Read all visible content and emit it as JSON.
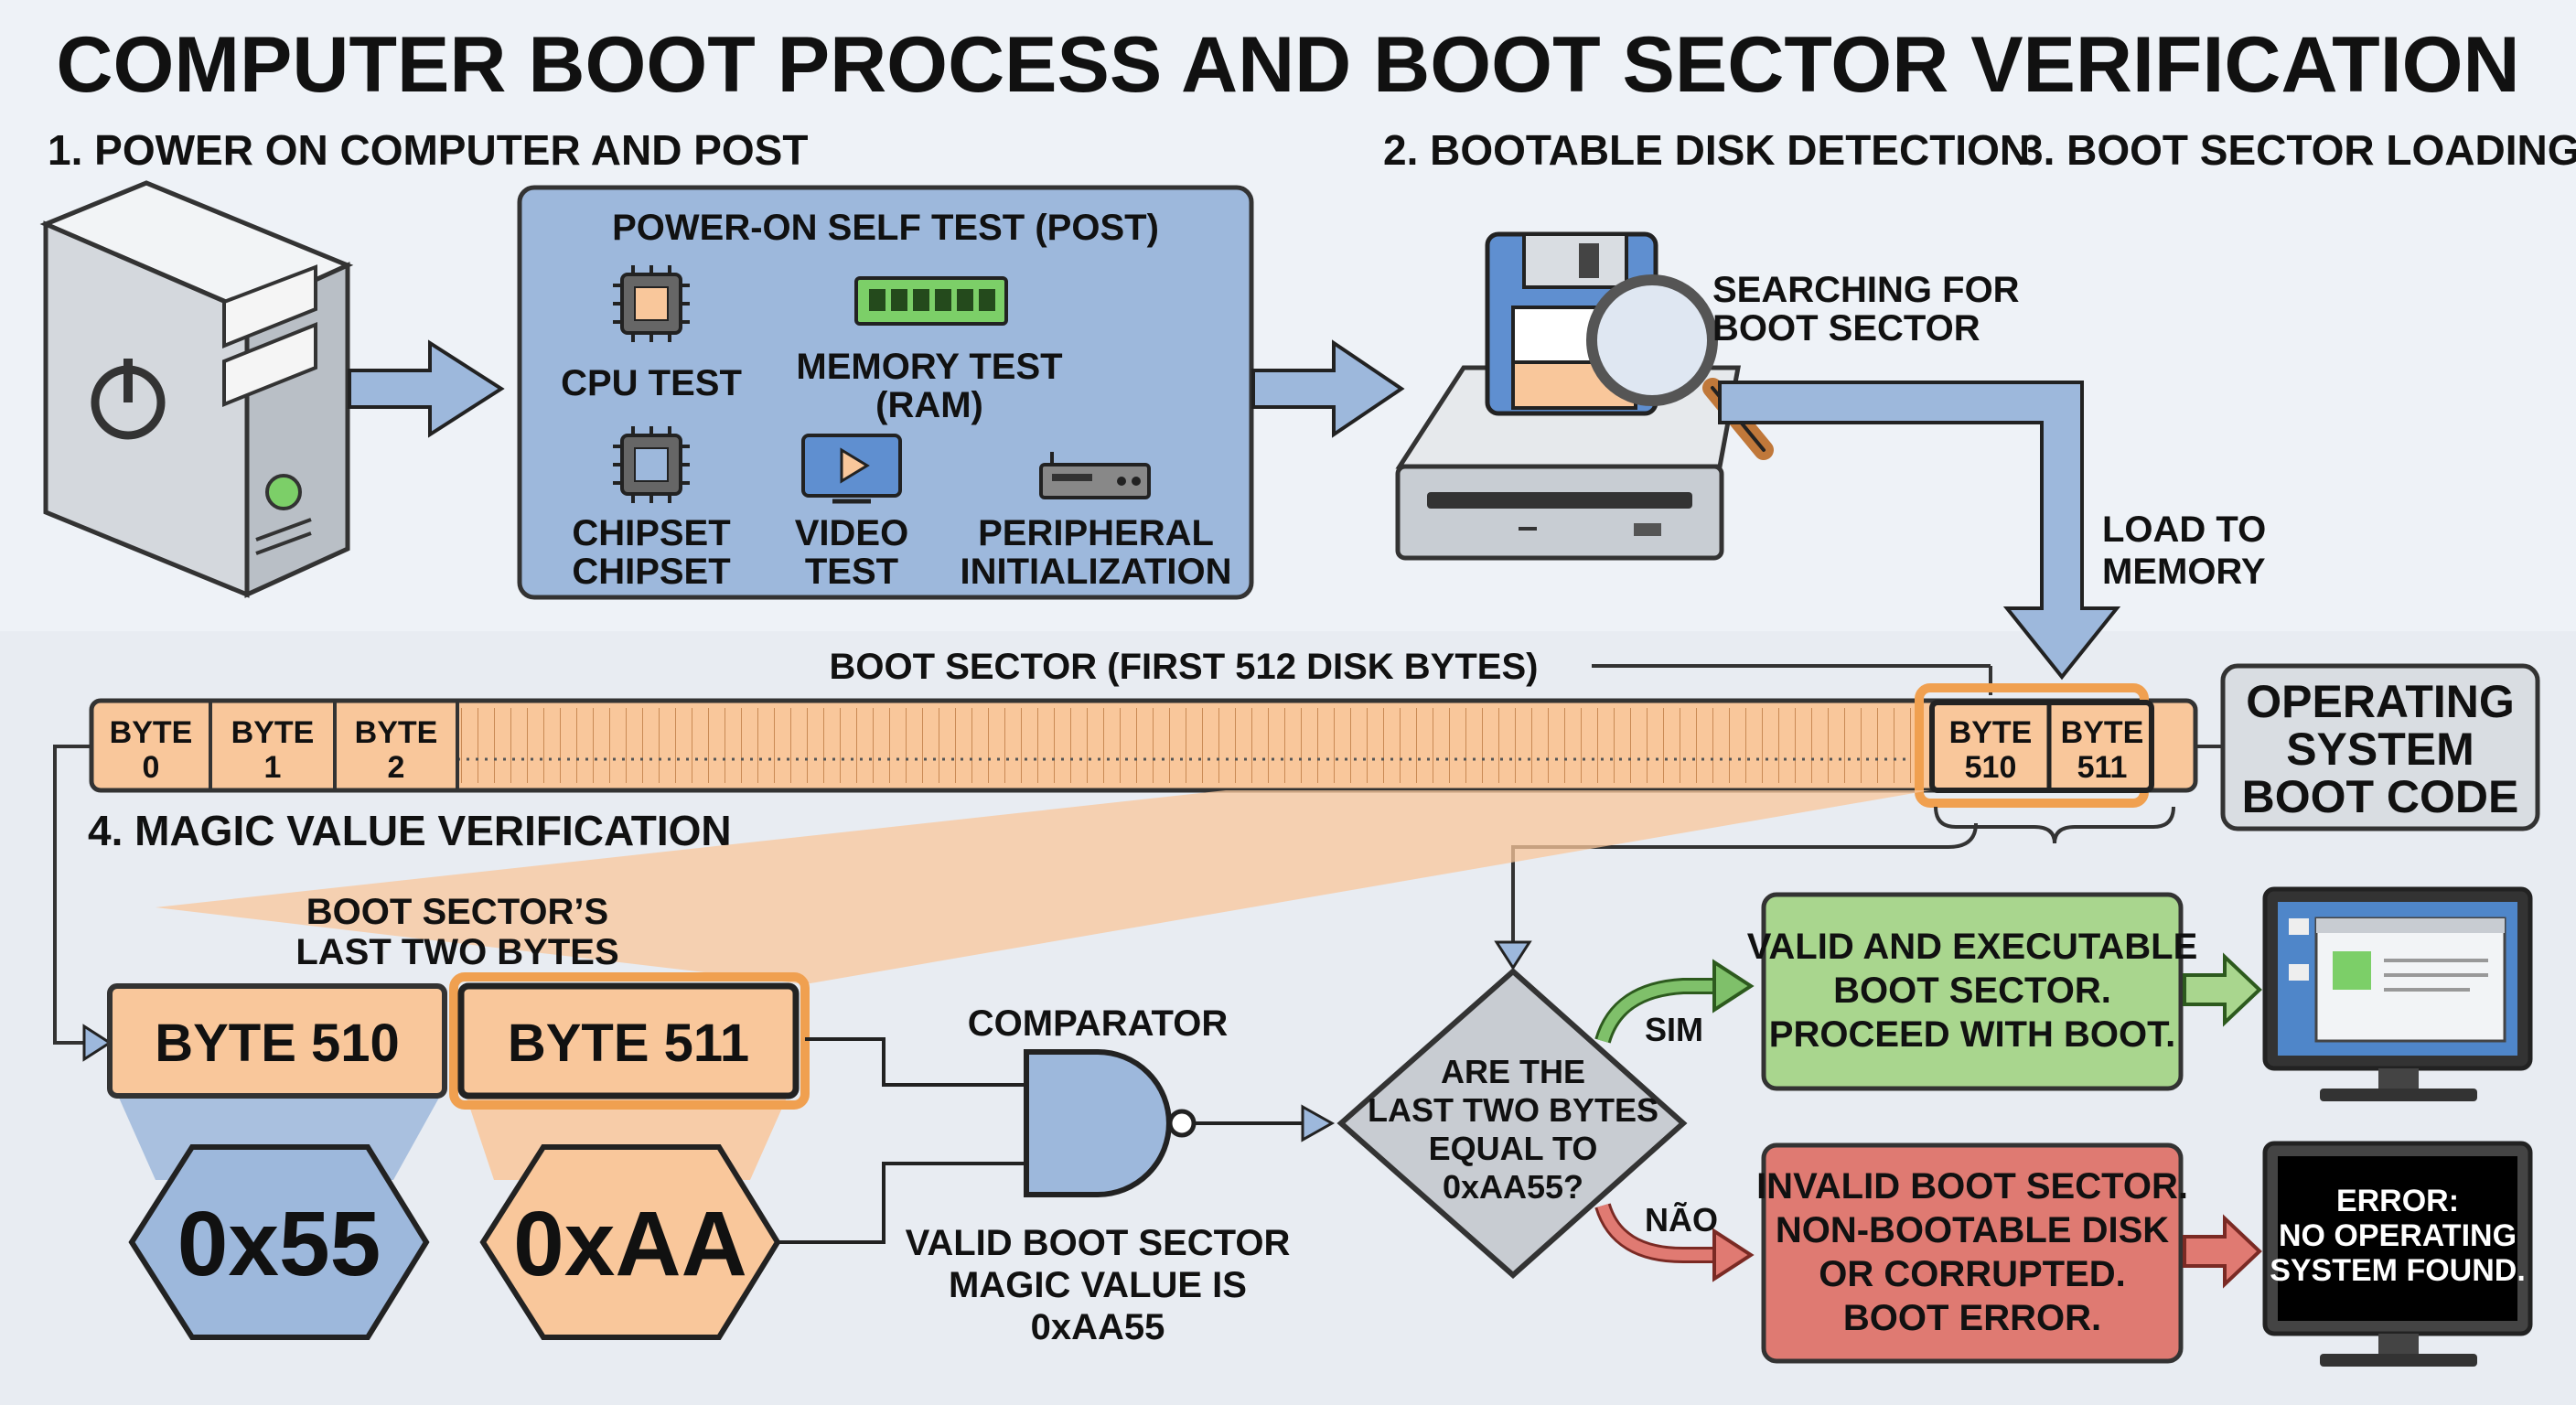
{
  "title": "COMPUTER BOOT PROCESS AND BOOT SECTOR VERIFICATION",
  "steps": {
    "step1": "1. POWER ON COMPUTER AND POST",
    "step2": "2. BOOTABLE DISK DETECTION",
    "step3": "3. BOOT SECTOR LOADING",
    "step4": "4. MAGIC VALUE VERIFICATION"
  },
  "post": {
    "title": "POWER-ON SELF TEST (POST)",
    "cpu": "CPU TEST",
    "memory": [
      "MEMORY TEST",
      "(RAM)"
    ],
    "chipset": [
      "CHIPSET",
      "CHIPSET"
    ],
    "video": [
      "VIDEO",
      "TEST"
    ],
    "peripheral": [
      "PERIPHERAL",
      "INITIALIZATION"
    ]
  },
  "disk": {
    "searching": [
      "SEARCHING FOR",
      "BOOT SECTOR"
    ],
    "load": [
      "LOAD TO",
      "MEMORY"
    ]
  },
  "sector": {
    "title": "BOOT SECTOR (FIRST 512 DISK BYTES)",
    "cells": [
      {
        "top": "BYTE",
        "bottom": "0"
      },
      {
        "top": "BYTE",
        "bottom": "1"
      },
      {
        "top": "BYTE",
        "bottom": "2"
      },
      {
        "top": "BYTE",
        "bottom": "510"
      },
      {
        "top": "BYTE",
        "bottom": "511"
      }
    ],
    "os_code": [
      "OPERATING",
      "SYSTEM",
      "BOOT CODE"
    ]
  },
  "verify": {
    "caption": [
      "BOOT SECTOR’S",
      "LAST TWO BYTES"
    ],
    "byte510": "BYTE 510",
    "byte511": "BYTE 511",
    "hex55": "0x55",
    "hexAA": "0xAA",
    "comparator": "COMPARATOR",
    "magic_note": [
      "VALID BOOT SECTOR",
      "MAGIC VALUE IS",
      "0xAA55"
    ],
    "question": [
      "ARE THE",
      "LAST TWO BYTES",
      "EQUAL TO",
      "0xAA55?"
    ],
    "yes": "SIM",
    "no": "NÃO",
    "valid": [
      "VALID AND EXECUTABLE",
      "BOOT SECTOR.",
      "PROCEED WITH BOOT."
    ],
    "invalid": [
      "INVALID BOOT SECTOR.",
      "NON-BOOTABLE DISK",
      "OR CORRUPTED.",
      "BOOT ERROR."
    ],
    "error_screen": [
      "ERROR:",
      "NO OPERATING",
      "SYSTEM FOUND."
    ]
  },
  "colors": {
    "blue_box": "#9db8dc",
    "orange_box": "#f9c79b",
    "green_box": "#a9d68e",
    "red_box": "#df7a72",
    "gray_box": "#d9dde2"
  }
}
